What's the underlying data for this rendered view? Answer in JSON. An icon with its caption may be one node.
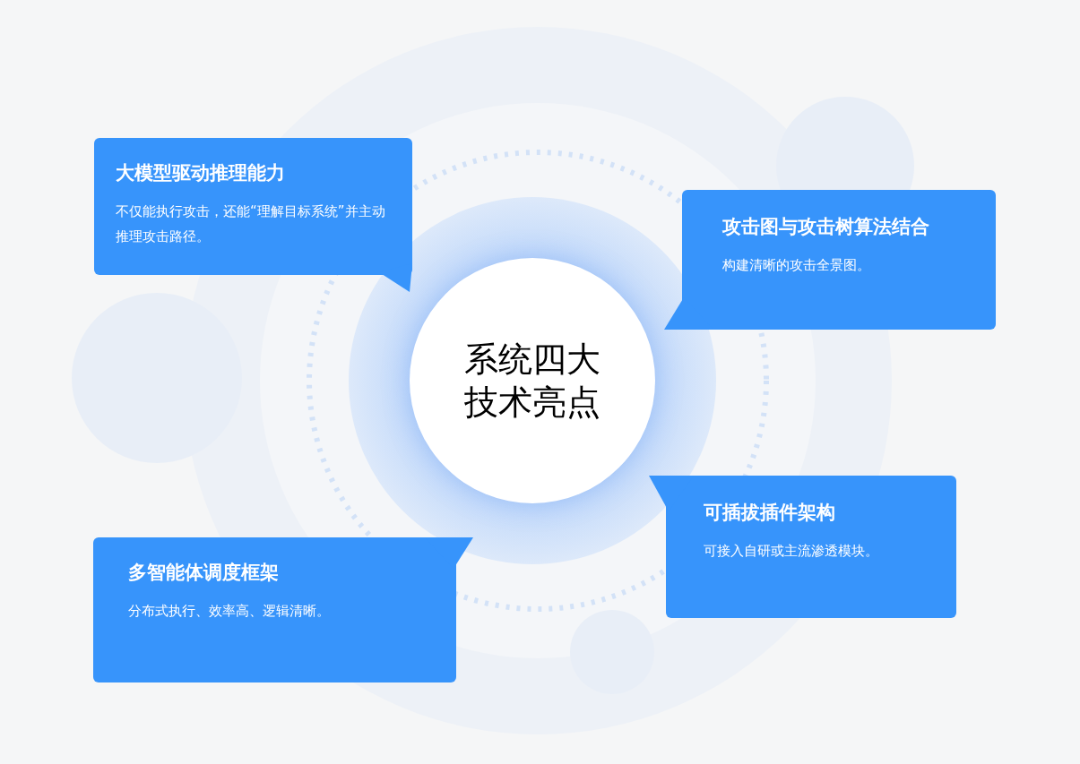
{
  "diagram": {
    "nodes": [
      {
        "text": [
          "系统四大技术亮点"
        ]
      },
      {
        "text": [
          "大模型驱动推理能力",
          "不仅能执行攻击，还能“理解目标系统”并主动推理攻击路径。"
        ]
      },
      {
        "text": [
          "攻击图与攻击树算法结合",
          "构建清晰的攻击全景图。"
        ]
      },
      {
        "text": [
          "可插拔插件架构",
          "可接入自研或主流渗透模块。"
        ]
      },
      {
        "text": [
          "多智能体调度框架",
          "分布式执行、效率高、逻辑清晰。"
        ]
      }
    ]
  }
}
